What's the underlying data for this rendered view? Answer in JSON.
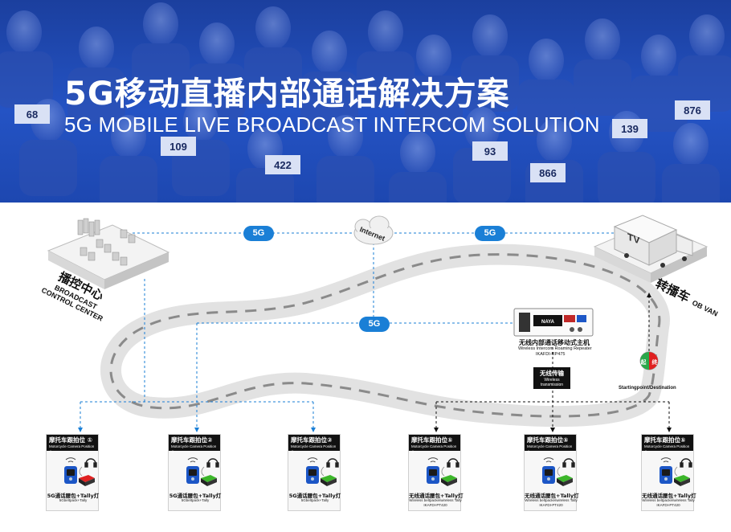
{
  "banner": {
    "title_cn": "5G移动直播内部通话解决方案",
    "title_en": "5G MOBILE LIVE BROADCAST INTERCOM SOLUTION",
    "bibs": [
      "68",
      "109",
      "422",
      "866",
      "876",
      "139",
      "93"
    ]
  },
  "network": {
    "link_left": "5G",
    "link_right": "5G",
    "link_mid": "5G",
    "internet": "Internet"
  },
  "control_center": {
    "cn": "播控中心",
    "en_line1": "BROADCAST",
    "en_line2": "CONTROL CENTER"
  },
  "ob_van": {
    "cn": "转播车",
    "en": "OB VAN",
    "truck_text": "TV"
  },
  "repeater": {
    "cn": "无线内部通话移动式主机",
    "en": "Wireless Intercom Roaming Repeater",
    "model": "IKAFDI-RP475",
    "brand": "NAYA"
  },
  "wireless": {
    "cn": "无线传输",
    "en": "Wireless transmission"
  },
  "start": {
    "badge_left": "起",
    "badge_right": "终",
    "label": "Startingpoint/Destination"
  },
  "cards": [
    {
      "title_cn": "摩托车跟拍位 ①",
      "title_en": "Motorcycle Camera Position ①",
      "device_cn": "5G通话腰包+Tally灯",
      "device_en": "5Gbeltpack+Tally",
      "model": "",
      "tally": "red"
    },
    {
      "title_cn": "摩托车跟拍位②",
      "title_en": "Motorcycle Camera Position ②",
      "device_cn": "5G通话腰包+Tally灯",
      "device_en": "5Gbeltpack+Tally",
      "model": "",
      "tally": "green"
    },
    {
      "title_cn": "摩托车跟拍位③",
      "title_en": "Motorcycle Camera Position ③",
      "device_cn": "5G通话腰包+Tally灯",
      "device_en": "5Gbeltpack+Tally",
      "model": "",
      "tally": "green"
    },
    {
      "title_cn": "摩托车跟拍位⑤",
      "title_en": "Motorcycle Camera Position ⑤",
      "device_cn": "无线通话腰包+Tally灯",
      "device_en": "Wireless beltpacke/wireless Tally",
      "model": "IKAFDI-PT420",
      "tally": "green"
    },
    {
      "title_cn": "摩托车跟拍位⑤",
      "title_en": "Motorcycle Camera Position ⑤",
      "device_cn": "无线通话腰包+Tally灯",
      "device_en": "Wireless beltpacke/wireless Tally",
      "model": "IKAFDI-PT420",
      "tally": "green"
    },
    {
      "title_cn": "摩托车跟拍位⑤",
      "title_en": "Motorcycle Camera Position ⑤",
      "device_cn": "无线通话腰包+Tally灯",
      "device_en": "Wireless beltpacke/wireless Tally",
      "model": "IKAFDI-PT420",
      "tally": "green"
    }
  ],
  "colors": {
    "banner_blue": "#2453c4",
    "link_blue": "#1a7fd6",
    "tally_red": "#e02020",
    "tally_green": "#3cb62a",
    "device_blue": "#1c56c6"
  }
}
